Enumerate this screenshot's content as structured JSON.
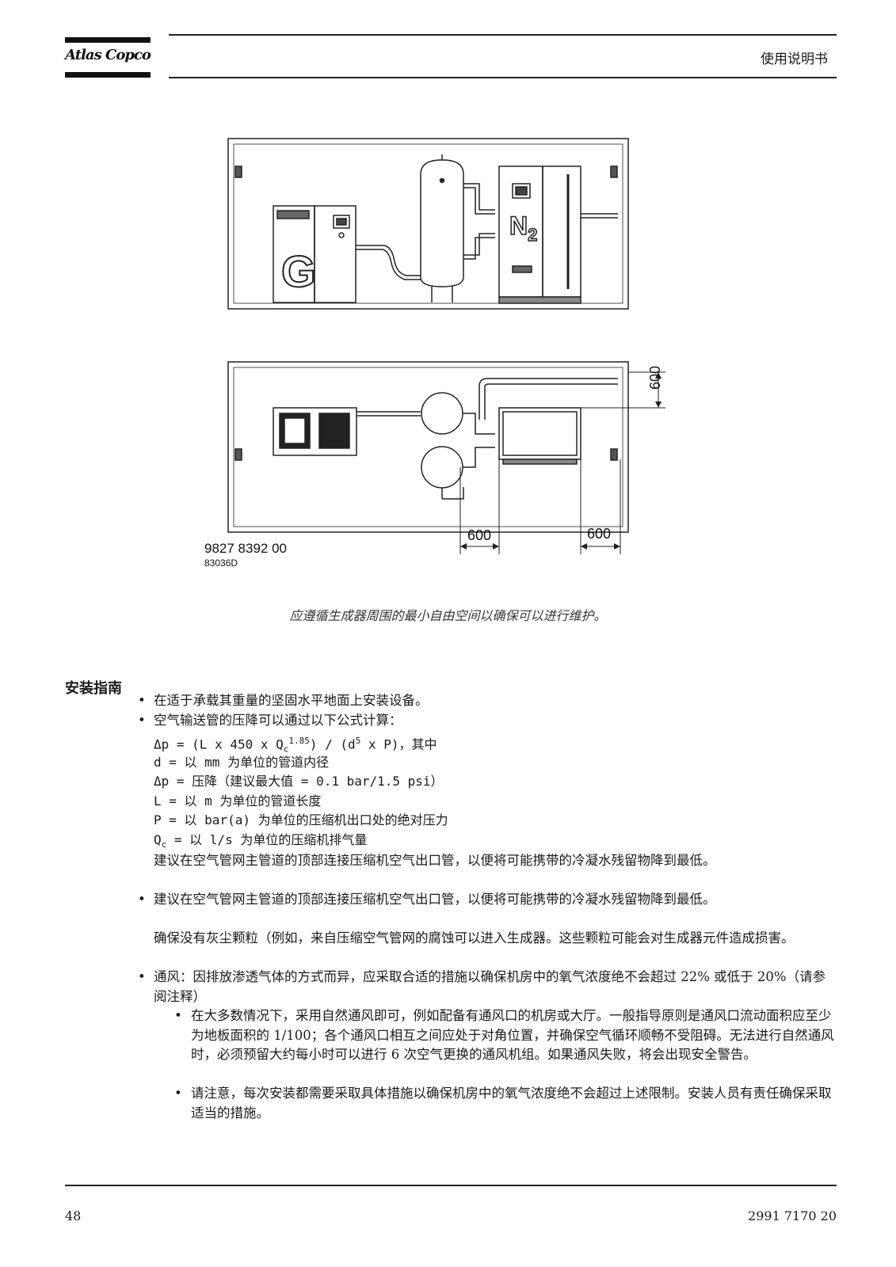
{
  "header": {
    "brand": "Atlas Copco",
    "manual_title": "使用说明书"
  },
  "figure": {
    "part_number": "9827 8392 00",
    "drawing_id": "83036D",
    "dim_right_top": "600",
    "dim_bottom_left": "600",
    "dim_bottom_right": "600",
    "letter_g": "G",
    "label_n2": "N",
    "label_n2_sub": "2",
    "caption": "应遵循生成器周围的最小自由空间以确保可以进行维护。"
  },
  "section": {
    "title": "安装指南",
    "bullets": [
      "在适于承载其重量的坚固水平地面上安装设备。",
      "空气输送管的压降可以通过以下公式计算：",
      "建议在空气管网主管道的顶部连接压缩机空气出口管，以便将可能携带的冷凝水残留物降到最低。",
      "通风：因排放渗透气体的方式而异，应采取合适的措施以确保机房中的氧气浓度绝不会超过 22% 或低于 20%（请参阅注释）"
    ],
    "formula": {
      "a": "Δp = (L x 450 x Q",
      "a_sub": "c",
      "a_sup": "1.85",
      "b": ") / (d",
      "b_sup": "5",
      "c": " x P)，其中"
    },
    "defs": [
      "d = 以 mm 为单位的管道内径",
      "Δp = 压降（建议最大值 = 0.1 bar/1.5 psi）",
      "L = 以 m 为单位的管道长度",
      "P = 以 bar(a) 为单位的压缩机出口处的绝对压力"
    ],
    "def_qc": {
      "q": "Q",
      "sub": "c",
      "rest": " = 以 l/s 为单位的压缩机排气量"
    },
    "para_after_defs": "建议在空气管网主管道的顶部连接压缩机空气出口管，以便将可能携带的冷凝水残留物降到最低。",
    "para_dust": "确保没有灰尘颗粒（例如，来自压缩空气管网的腐蚀可以进入生成器。这些颗粒可能会对生成器元件造成损害。",
    "sub_bullets": [
      "在大多数情况下，采用自然通风即可，例如配备有通风口的机房或大厅。一般指导原则是通风口流动面积应至少为地板面积的 1/100；各个通风口相互之间应处于对角位置，并确保空气循环顺畅不受阻碍。无法进行自然通风时，必须预留大约每小时可以进行 6 次空气更换的通风机组。如果通风失败，将会出现安全警告。",
      "请注意，每次安装都需要采取具体措施以确保机房中的氧气浓度绝不会超过上述限制。安装人员有责任确保采取适当的措施。"
    ]
  },
  "footer": {
    "page_number": "48",
    "doc_number": "2991 7170 20"
  }
}
